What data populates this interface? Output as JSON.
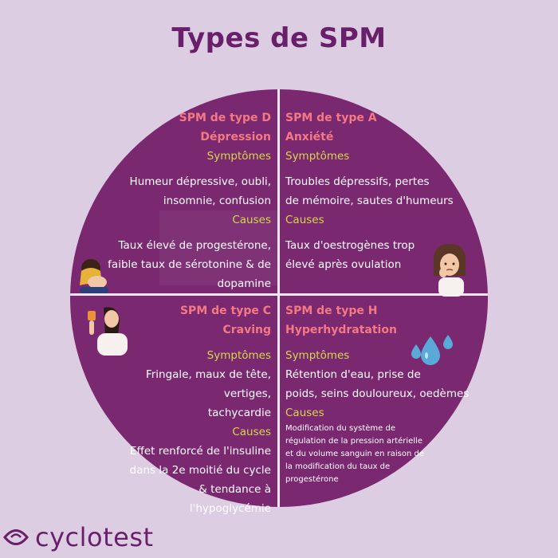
{
  "title": "Types de SPM",
  "colors": {
    "background": "#dccde2",
    "circle": "#7a2870",
    "heading": "#f37a84",
    "keyword": "#d6d64b",
    "title": "#6a1f6a"
  },
  "quadrants": {
    "d": {
      "heading1": "SPM de type D",
      "heading2": "Dépression",
      "symptoms_label": "Symptômes",
      "symptoms": [
        "Humeur dépressive, oubli,",
        "insomnie, confusion"
      ],
      "causes_label": "Causes",
      "causes": [
        "Taux élevé de progestérone,",
        "faible taux de sérotonine & de",
        "dopamine"
      ]
    },
    "a": {
      "heading1": "SPM de type A",
      "heading2": "Anxiété",
      "symptoms_label": "Symptômes",
      "symptoms": [
        "Troubles dépressifs, pertes",
        "de mémoire, sautes d'humeurs"
      ],
      "causes_label": "Causes",
      "causes": [
        "Taux d'oestrogènes trop",
        "élevé après ovulation"
      ]
    },
    "c": {
      "heading1": "SPM de type C",
      "heading2": "Craving",
      "symptoms_label": "Symptômes",
      "symptoms": [
        "Fringale, maux de tête, vertiges,",
        "tachycardie"
      ],
      "causes_label": "Causes",
      "causes": [
        "Effet renforcé de l'insuline",
        "dans la 2e moitié du cycle",
        "& tendance à",
        "l'hypoglycémie"
      ]
    },
    "h": {
      "heading1": "SPM de type H",
      "heading2": "Hyperhydratation",
      "symptoms_label": "Symptômes",
      "symptoms": [
        "Rétention d'eau, prise de",
        "poids, seins douloureux, oedèmes"
      ],
      "causes_label": "Causes",
      "causes": [
        "Modification du système de",
        "régulation de la pression artérielle",
        "et du volume sanguin en raison de",
        "la modification du taux de",
        "progestérone"
      ]
    }
  },
  "brand": {
    "name": "cyclotest",
    "icon": "cyclotest-logo-icon"
  },
  "illustrations": [
    "sad-woman-icon",
    "anxious-woman-icon",
    "woman-eating-icon",
    "water-drops-icon"
  ]
}
